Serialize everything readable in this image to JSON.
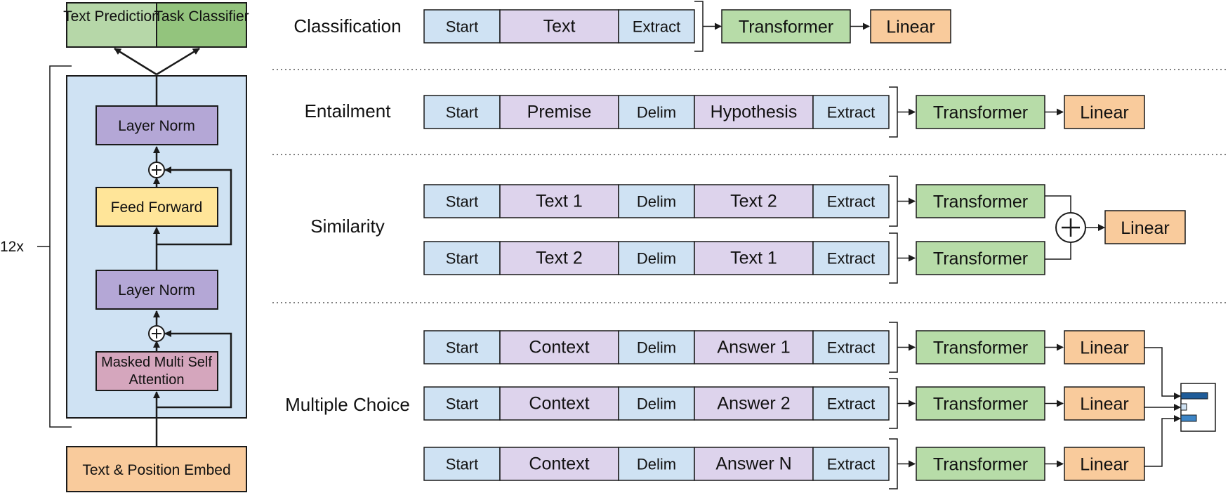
{
  "colors": {
    "blue_segment": "#cfe2f3",
    "purple_segment": "#ddd3ec",
    "transformer_green": "#b7dca8",
    "linear_orange": "#f9cb9c",
    "arch_panel": "#cfe2f3",
    "layer_norm": "#b4a7d6",
    "feed_forward": "#ffe599",
    "attention": "#d5a6bd",
    "embed": "#f9cb9c",
    "text_prediction": "#b6d7a8",
    "task_classifier": "#93c47d",
    "stroke": "#1a1a1a"
  },
  "architecture": {
    "heads": [
      "Text Prediction",
      "Task Classifier"
    ],
    "repeat_label": "12x",
    "layer_norm_top": "Layer Norm",
    "feed_forward": "Feed Forward",
    "layer_norm_bottom": "Layer Norm",
    "attention": "Masked Multi Self Attention",
    "embed": "Text & Position Embed"
  },
  "tasks": {
    "classification": {
      "label": "Classification",
      "segments": [
        "Start",
        "Text",
        "Extract"
      ],
      "modules": [
        "Transformer",
        "Linear"
      ]
    },
    "entailment": {
      "label": "Entailment",
      "segments": [
        "Start",
        "Premise",
        "Delim",
        "Hypothesis",
        "Extract"
      ],
      "modules": [
        "Transformer",
        "Linear"
      ]
    },
    "similarity": {
      "label": "Similarity",
      "rows": [
        {
          "segments": [
            "Start",
            "Text 1",
            "Delim",
            "Text 2",
            "Extract"
          ],
          "module": "Transformer"
        },
        {
          "segments": [
            "Start",
            "Text 2",
            "Delim",
            "Text 1",
            "Extract"
          ],
          "module": "Transformer"
        }
      ],
      "combine_symbol": "+",
      "output": "Linear"
    },
    "multiple_choice": {
      "label": "Multiple Choice",
      "rows": [
        {
          "segments": [
            "Start",
            "Context",
            "Delim",
            "Answer 1",
            "Extract"
          ],
          "modules": [
            "Transformer",
            "Linear"
          ]
        },
        {
          "segments": [
            "Start",
            "Context",
            "Delim",
            "Answer 2",
            "Extract"
          ],
          "modules": [
            "Transformer",
            "Linear"
          ]
        },
        {
          "segments": [
            "Start",
            "Context",
            "Delim",
            "Answer N",
            "Extract"
          ],
          "modules": [
            "Transformer",
            "Linear"
          ]
        }
      ],
      "output_icon": "softmax-bar-icon"
    }
  }
}
